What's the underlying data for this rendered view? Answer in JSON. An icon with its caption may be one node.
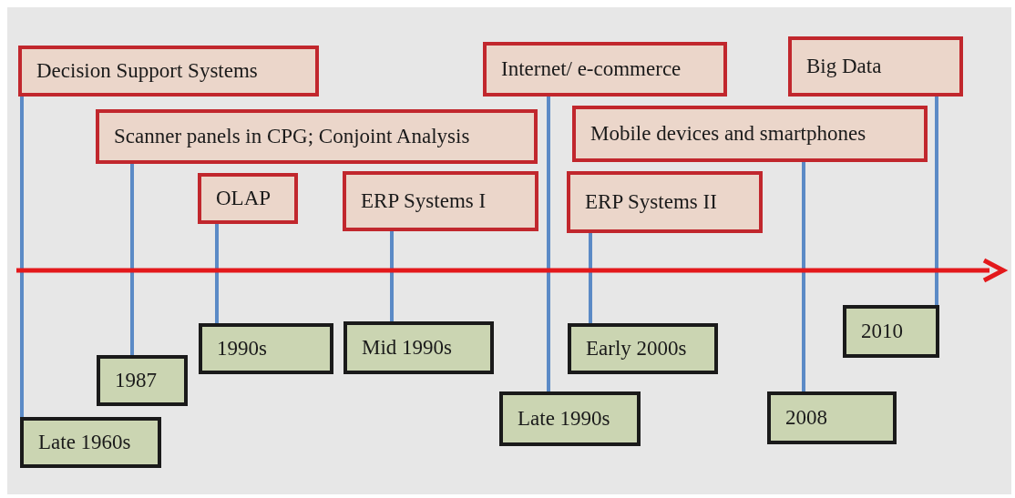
{
  "diagram": {
    "nodes": [
      {
        "text": [
          "Decision Support Systems"
        ]
      },
      {
        "text": [
          "Scanner panels in CPG; Conjoint Analysis"
        ]
      },
      {
        "text": [
          "OLAP"
        ]
      },
      {
        "text": [
          "ERP Systems I"
        ]
      },
      {
        "text": [
          "Internet/ e-commerce"
        ]
      },
      {
        "text": [
          "Mobile devices and smartphones"
        ]
      },
      {
        "text": [
          "ERP Systems II"
        ]
      },
      {
        "text": [
          "Big Data"
        ]
      },
      {
        "text": [
          "Late 1960s"
        ]
      },
      {
        "text": [
          "1987"
        ]
      },
      {
        "text": [
          "1990s"
        ]
      },
      {
        "text": [
          "Mid 1990s"
        ]
      },
      {
        "text": [
          "Late 1990s"
        ]
      },
      {
        "text": [
          "Early 2000s"
        ]
      },
      {
        "text": [
          "2008"
        ]
      },
      {
        "text": [
          "2010"
        ]
      }
    ],
    "edges": [
      {
        "from": 0,
        "to": 8,
        "arrow": "none"
      },
      {
        "from": 1,
        "to": 9,
        "arrow": "none"
      },
      {
        "from": 2,
        "to": 10,
        "arrow": "none"
      },
      {
        "from": 3,
        "to": 11,
        "arrow": "none"
      },
      {
        "from": 4,
        "to": 12,
        "arrow": "none"
      },
      {
        "from": 5,
        "to": 14,
        "arrow": "none"
      },
      {
        "from": 6,
        "to": 13,
        "arrow": "none"
      },
      {
        "from": 7,
        "to": 15,
        "arrow": "none"
      }
    ]
  }
}
